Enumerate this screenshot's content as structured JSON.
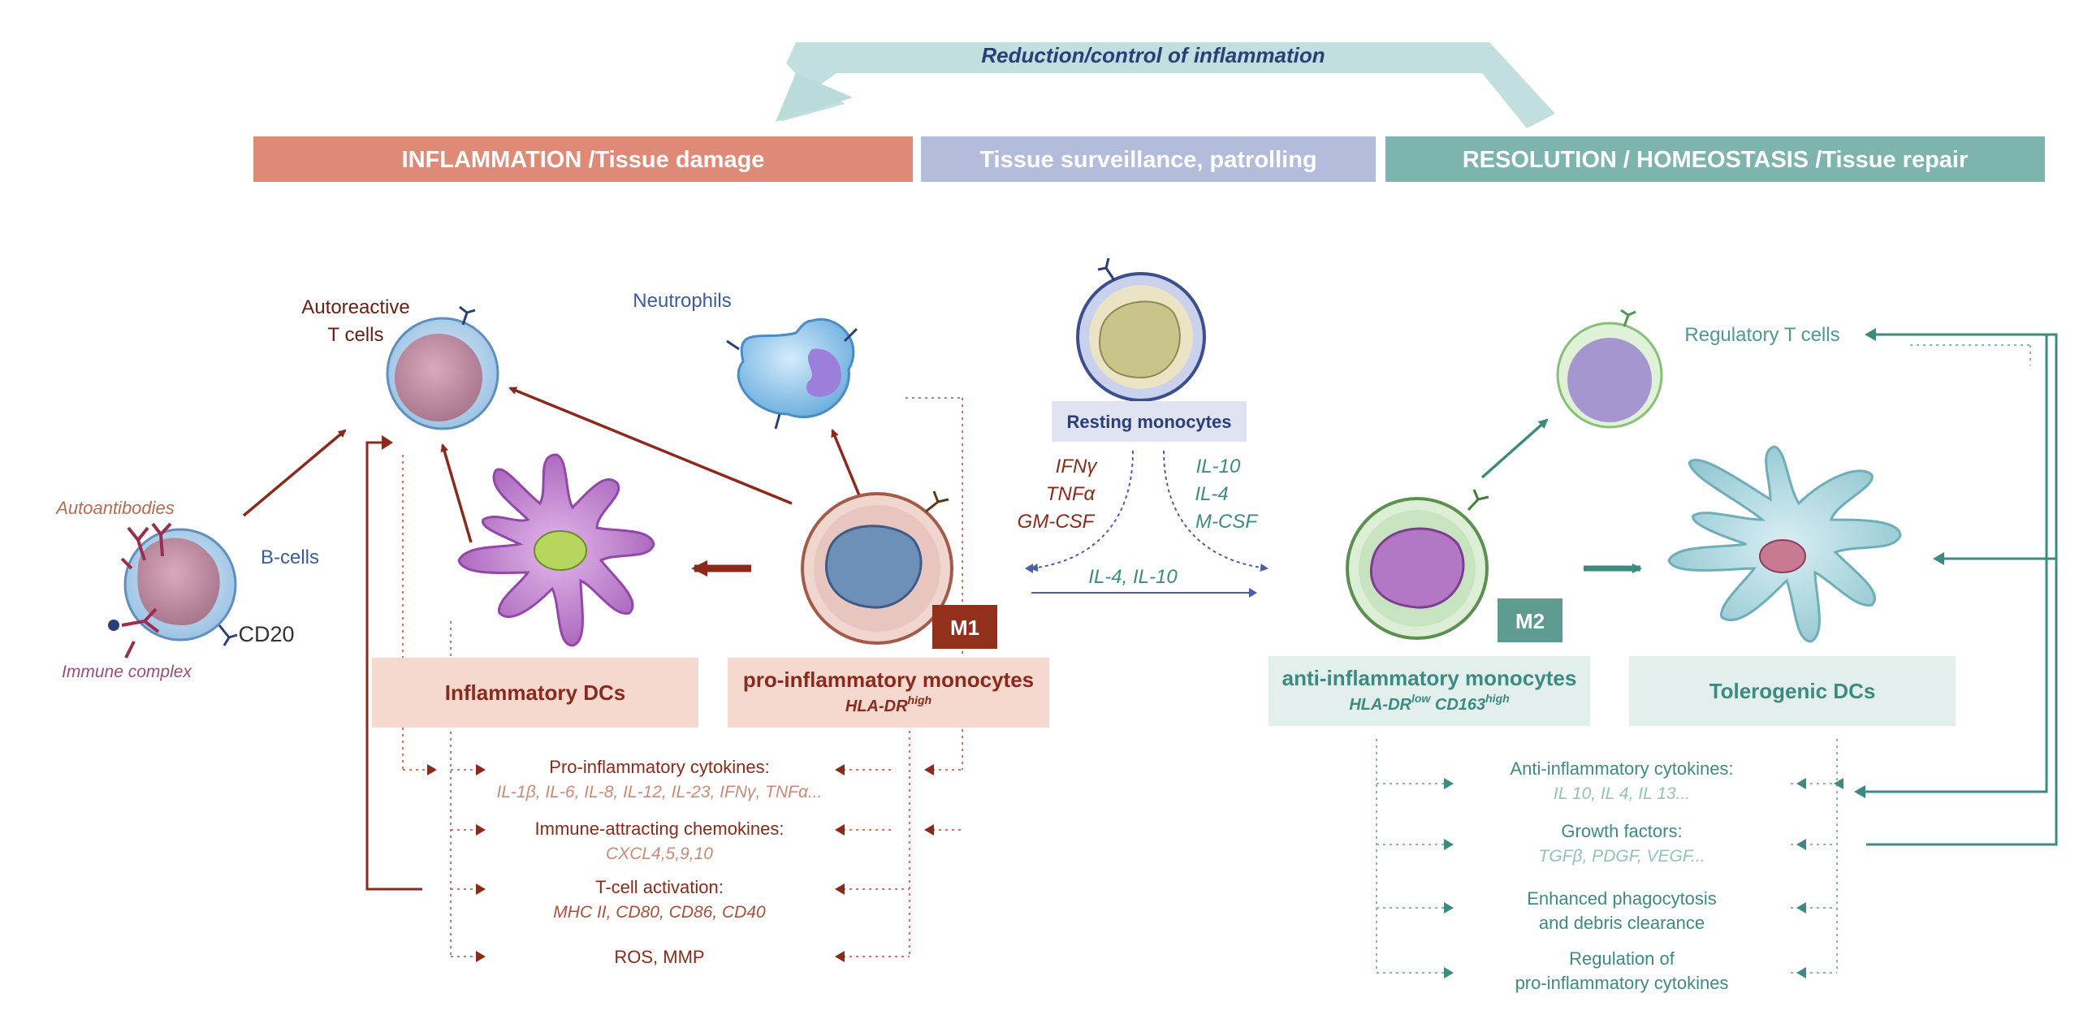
{
  "top_arrow_label": "Reduction/control of inflammation",
  "banners": {
    "inflammation": "INFLAMMATION /Tissue damage",
    "surveillance": "Tissue surveillance, patrolling",
    "resolution": "RESOLUTION / HOMEOSTASIS /Tissue repair"
  },
  "labels": {
    "autoreactive_t_line1": "Autoreactive",
    "autoreactive_t_line2": "T cells",
    "neutrophils": "Neutrophils",
    "autoantibodies": "Autoantibodies",
    "b_cells": "B-cells",
    "cd20": "CD20",
    "immune_complex": "Immune complex",
    "regulatory_t": "Regulatory T cells"
  },
  "boxes": {
    "resting_monocytes": "Resting monocytes",
    "inflammatory_dcs": "Inflammatory DCs",
    "pro_monocytes_title": "pro-inflammatory monocytes",
    "pro_monocytes_sub_base": "HLA-DR",
    "pro_monocytes_sub_sup": "high",
    "anti_monocytes_title": "anti-inflammatory monocytes",
    "anti_monocytes_sub_base1": "HLA-DR",
    "anti_monocytes_sub_sup1": "low",
    "anti_monocytes_sub_base2": " CD163",
    "anti_monocytes_sub_sup2": "high",
    "tolerogenic_dcs": "Tolerogenic DCs",
    "m1": "M1",
    "m2": "M2"
  },
  "cytokines": {
    "left": [
      "IFNγ",
      "TNFα",
      "GM-CSF"
    ],
    "right": [
      "IL-10",
      "IL-4",
      "M-CSF"
    ],
    "bottom": "IL-4, IL-10"
  },
  "effects_pro": [
    {
      "title": "Pro-inflammatory cytokines:",
      "sub": "IL-1β, IL-6, IL-8, IL-12, IL-23, IFNγ, TNFα..."
    },
    {
      "title": "Immune-attracting chemokines:",
      "sub": "CXCL4,5,9,10"
    },
    {
      "title": "T-cell activation:",
      "sub": "MHC II, CD80, CD86, CD40"
    },
    {
      "title": "ROS, MMP",
      "sub": ""
    }
  ],
  "effects_anti": [
    {
      "title": "Anti-inflammatory cytokines:",
      "sub": "IL 10, IL 4, IL 13..."
    },
    {
      "title": "Growth factors:",
      "sub": "TGFβ, PDGF, VEGF..."
    },
    {
      "title": "Enhanced phagocytosis",
      "sub": "and debris clearance"
    },
    {
      "title": "Regulation of",
      "sub": "pro-inflammatory cytokines"
    }
  ],
  "colors": {
    "inflammation_banner": "#df8a76",
    "surveillance_banner": "#b3bcdb",
    "resolution_banner": "#7db5ae",
    "dark_red": "#8b2a1a",
    "teal": "#3d8b80",
    "navy": "#2c3e78",
    "pink_box": "#f5d8cf",
    "teal_box": "#e2efec",
    "lav_box": "#dfe3f2"
  }
}
